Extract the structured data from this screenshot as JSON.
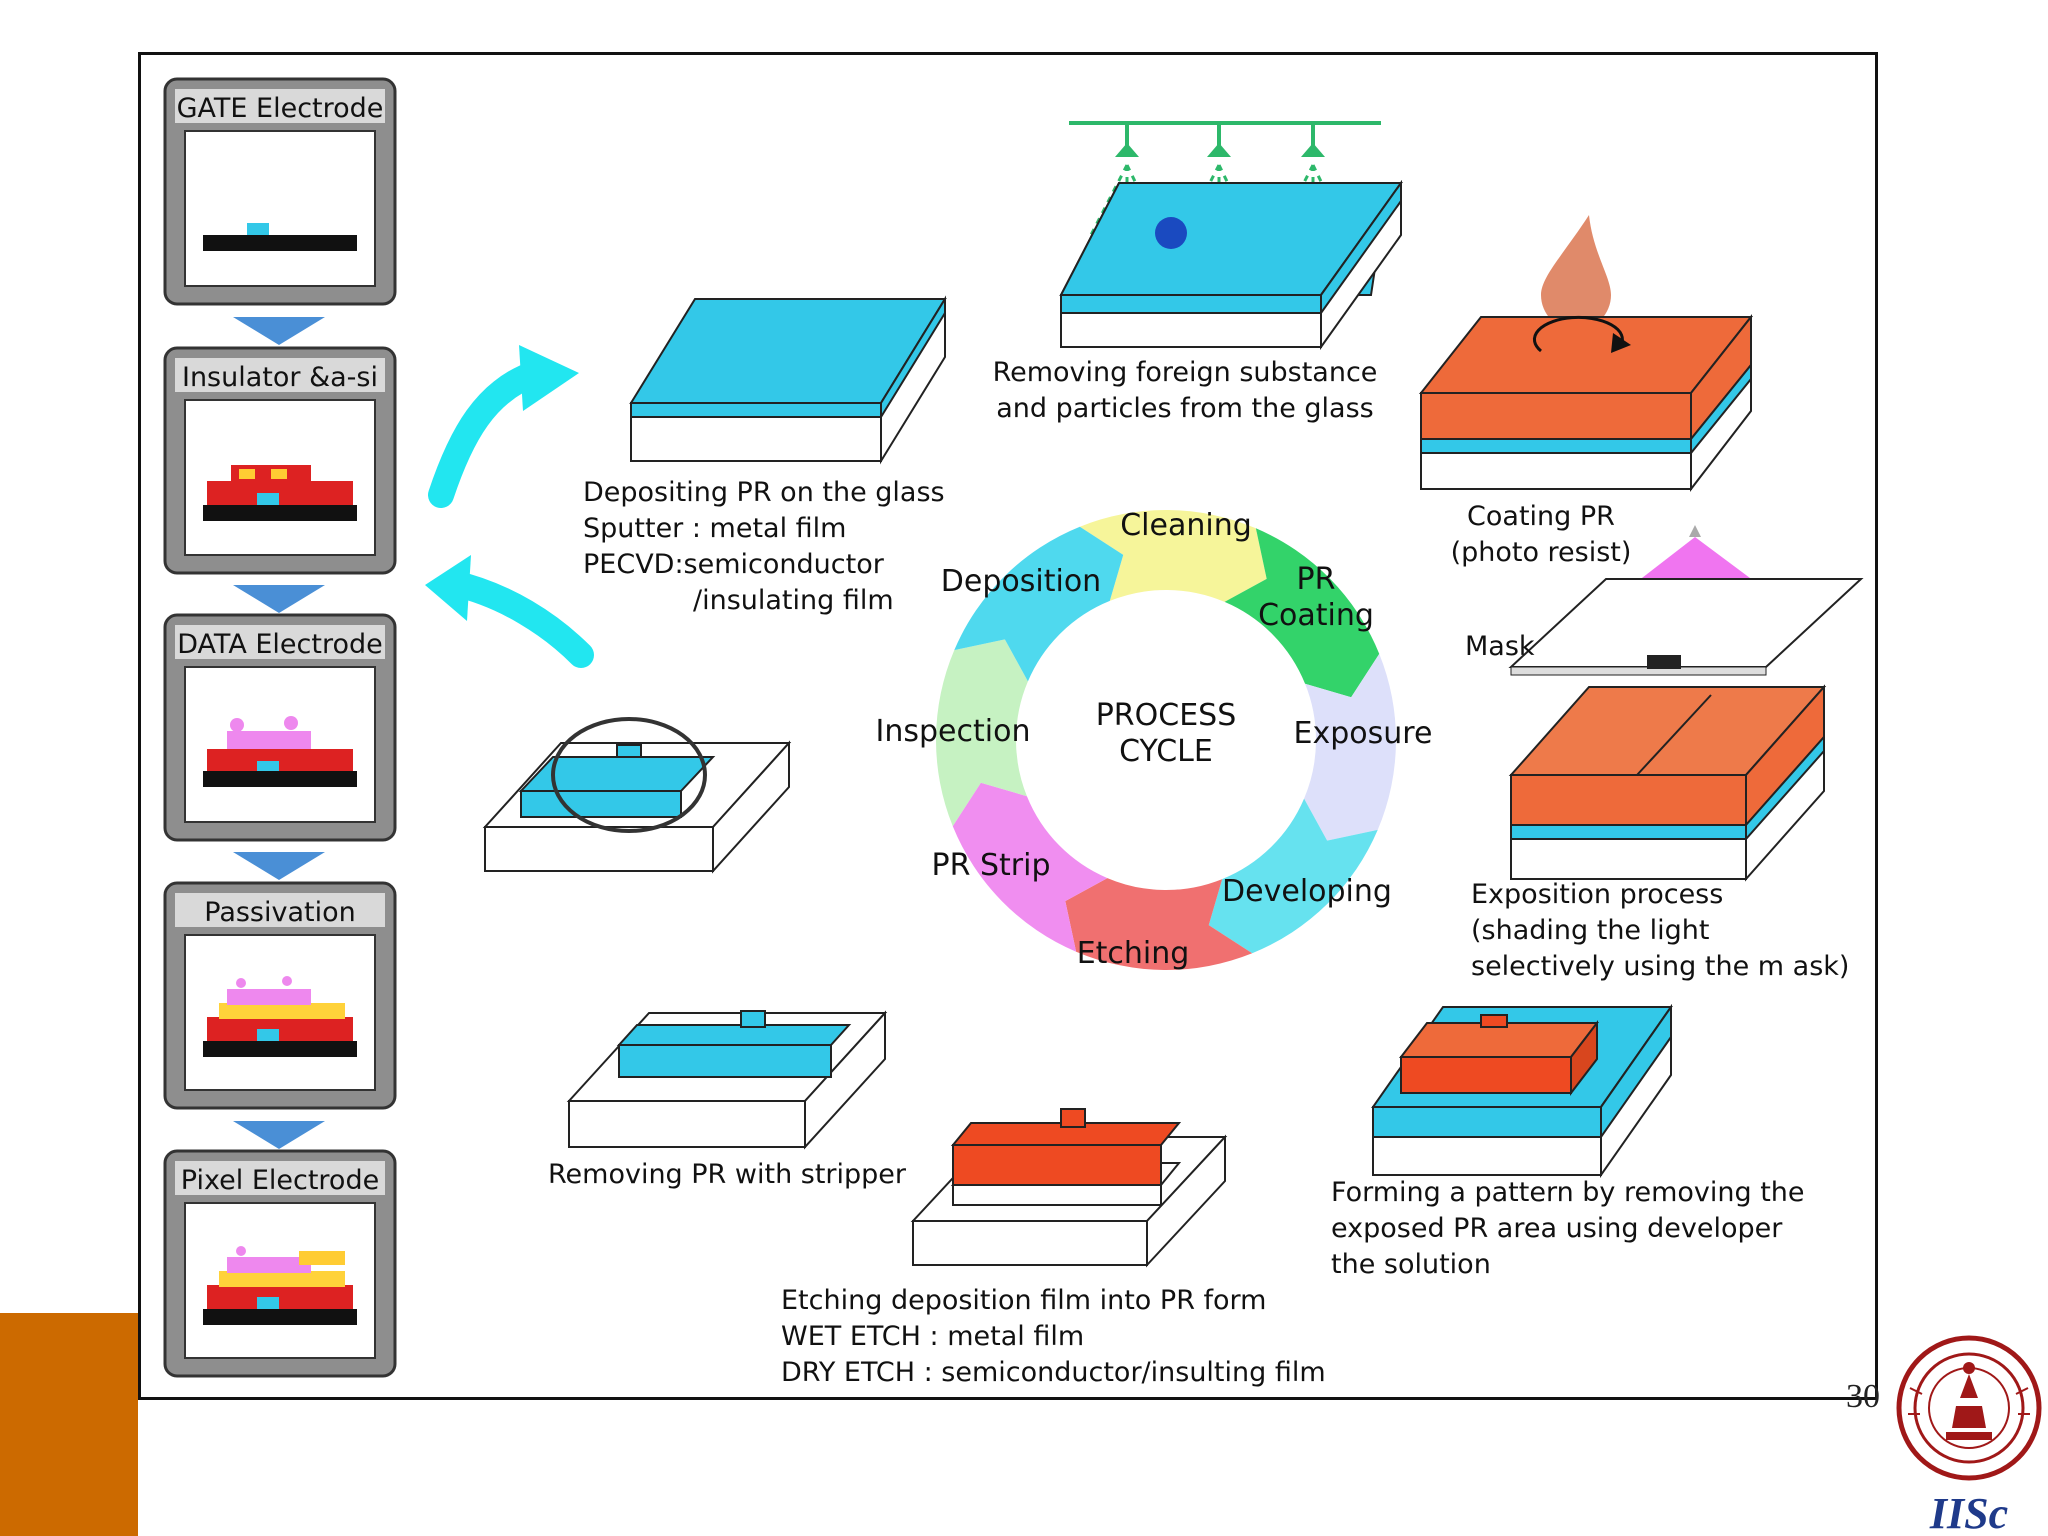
{
  "colors": {
    "slide_accent": "#cc6a00",
    "glass_blue": "#33c8e8",
    "pr_orange": "#ee6a3a",
    "panel_gray": "#8e8e8e",
    "stage_arrow": "#4a8fd6"
  },
  "stages": [
    {
      "label": "GATE Electrode"
    },
    {
      "label": "Insulator &a-si"
    },
    {
      "label": "DATA Electrode"
    },
    {
      "label": "Passivation"
    },
    {
      "label": "Pixel Electrode"
    }
  ],
  "cycle": {
    "center_line1": "PROCESS",
    "center_line2": "CYCLE",
    "steps": [
      {
        "label": "Cleaning",
        "color": "#f6f59a"
      },
      {
        "label": "PR",
        "label2": "Coating",
        "color": "#33d36a"
      },
      {
        "label": "Exposure",
        "color": "#dde0fa"
      },
      {
        "label": "Developing",
        "color": "#66e2ef"
      },
      {
        "label": "Etching",
        "color": "#f07070"
      },
      {
        "label": "PR Strip",
        "color": "#f08ef0"
      },
      {
        "label": "Inspection",
        "color": "#c6f2c2"
      },
      {
        "label": "Deposition",
        "color": "#4fd9ee"
      }
    ]
  },
  "captions": {
    "cleaning": [
      "Removing foreign substance",
      "and particles from  the glass"
    ],
    "coating": [
      "Coating PR",
      "(photo resist)"
    ],
    "deposition": [
      "Depositing PR on the glass",
      "Sputter : metal film",
      "PECVD:semiconductor",
      "/insulating film"
    ],
    "mask": "Mask",
    "exposure": [
      "Exposition process",
      "(shading the light",
      "selectively using the m ask)"
    ],
    "developing": [
      "Forming a pattern by removing the",
      "exposed PR area using developer",
      "the solution"
    ],
    "etching": [
      "Etching deposition film into PR form",
      "WET ETCH : metal film",
      "DRY ETCH : semiconductor/insulting film"
    ],
    "strip": "Removing PR with stripper"
  },
  "slide_number": "30",
  "logo": {
    "text": "IISc"
  }
}
